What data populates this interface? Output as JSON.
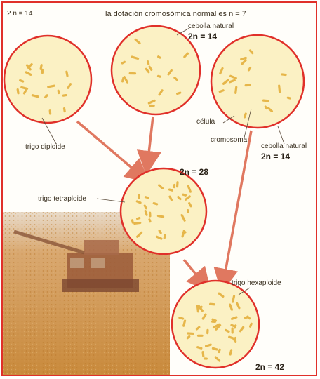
{
  "header": {
    "left_note": "2 n = 14",
    "title": "la dotación cromosómica normal es n = 7"
  },
  "cells": {
    "wheat_diploid": {
      "label": "trigo diploide"
    },
    "wild_grass_a": {
      "label_line1": "cebolla natural",
      "label_line2": "2n = 14"
    },
    "wild_grass_b": {
      "cell_label": "célula",
      "chromosome_label": "cromosoma",
      "label_line1": "cebolla natural",
      "label_line2": "2n = 14"
    },
    "wheat_tetraploid": {
      "label": "trigo tetraploide",
      "chromosome_count": "2n = 28"
    },
    "wheat_hexaploid": {
      "label": "trigo hexaploide",
      "chromosome_count": "2n = 42"
    }
  },
  "colors": {
    "border": "#e0302a",
    "arrow": "#e07860",
    "cell_fill": "#fbf1c4",
    "cell_stroke": "#e0302a",
    "chromosome": "#e6b64a"
  },
  "photo": {
    "subject": "combine-harvester-in-wheat-field"
  }
}
